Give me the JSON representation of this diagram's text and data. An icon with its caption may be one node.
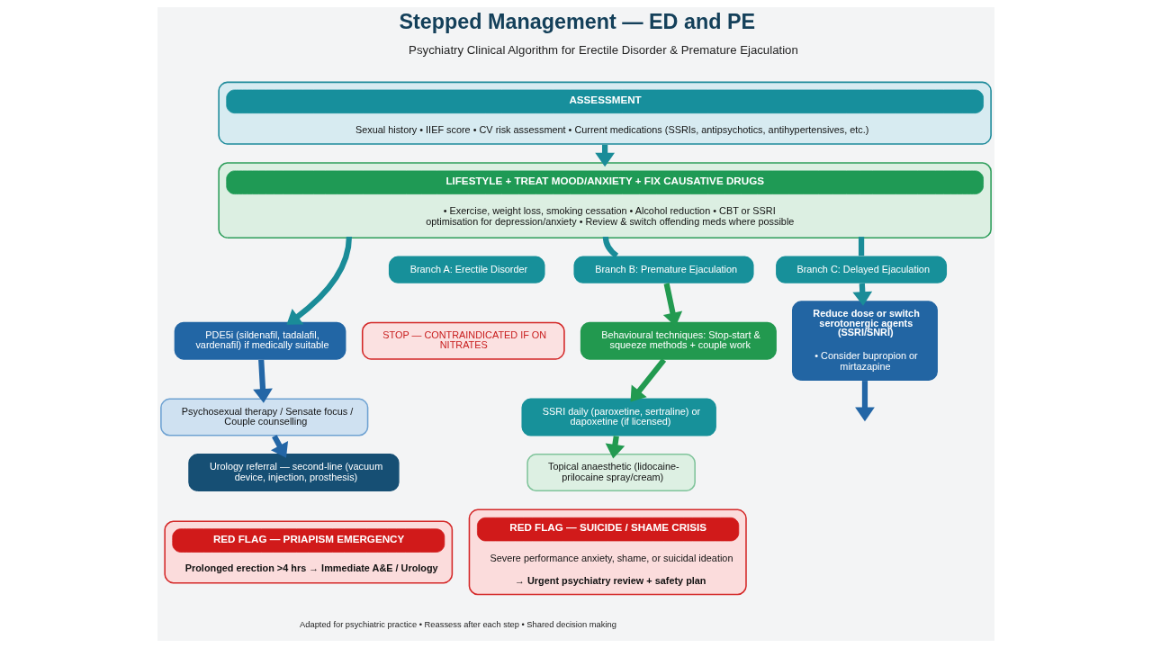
{
  "diagram": {
    "title": "Stepped Management — ED and PE",
    "nodes": [
      {
        "text": [
          "ASSESSMENT",
          "Sexual history • IIEF score • CV risk assessment • Current medications (SSRIs, antipsychotics, antihypertensives, etc.)"
        ]
      },
      {
        "text": [
          "LIFESTYLE + TREAT MOOD/ANXIETY + FIX CAUSATIVE DRUGS",
          "• Exercise, weight loss, smoking cessation • Alcohol reduction • CBT or SSRI optimisation for depression/anxiety • Review & switch offending meds where possible"
        ]
      },
      {
        "text": [
          "Branch A: Erectile Disorder"
        ]
      },
      {
        "text": [
          "Branch B: Premature Ejaculation"
        ]
      },
      {
        "text": [
          "Branch C: Delayed Ejaculation"
        ]
      },
      {
        "text": [
          "PDE5i (sildenafil, tadalafil, vardenafil) if medically suitable"
        ]
      },
      {
        "text": [
          "STOP — CONTRAINDICATED IF ON NITRATES"
        ]
      },
      {
        "text": [
          "Behavioural techniques: Stop-start & squeeze methods + couple work"
        ]
      },
      {
        "text": [
          "Reduce dose or switch serotonergic agents (SSRI/SNRI)",
          "• Consider bupropion or mirtazapine"
        ]
      },
      {
        "text": [
          "Psychosexual therapy / Sensate focus / Couple counselling"
        ]
      },
      {
        "text": [
          "SSRI daily (paroxetine, sertraline) or dapoxetine (if licensed)"
        ]
      },
      {
        "text": [
          "Urology referral — second-line (vacuum device, injection, prosthesis)"
        ]
      },
      {
        "text": [
          "Topical anaesthetic (lidocaine-prilocaine spray/cream)"
        ]
      },
      {
        "text": [
          "RED FLAG — PRIAPISM EMERGENCY",
          "Prolonged erection >4 hrs → Immediate A&E / Urology"
        ]
      },
      {
        "text": [
          "RED FLAG — SUICIDE / SHAME CRISIS",
          "Severe performance anxiety, shame, or suicidal ideation",
          "→ Urgent psychiatry review + safety plan"
        ]
      }
    ],
    "edges": [
      {
        "from": 0,
        "to": 1,
        "arrow": "to"
      },
      {
        "from": 1,
        "to": 5,
        "arrow": "to"
      },
      {
        "from": 1,
        "to": 3,
        "arrow": "none"
      },
      {
        "from": 3,
        "to": 7,
        "arrow": "to",
        "color": "#229a50"
      },
      {
        "from": 1,
        "to": 4,
        "arrow": "none"
      },
      {
        "from": 4,
        "to": 8,
        "arrow": "to"
      },
      {
        "from": 5,
        "to": 9,
        "arrow": "to",
        "color": "#2366a6"
      },
      {
        "from": 9,
        "to": 11,
        "arrow": "to",
        "color": "#2366a6"
      },
      {
        "from": 7,
        "to": 10,
        "arrow": "to",
        "color": "#229a50"
      },
      {
        "from": 10,
        "to": 12,
        "arrow": "to",
        "color": "#229a50"
      },
      {
        "from": 8,
        "to": null,
        "arrow": "to",
        "color": "#2366a6"
      }
    ],
    "labels": [
      "Psychiatry Clinical Algorithm for Erectile Disorder & Premature Ejaculation",
      "Adapted for psychiatric practice • Reassess after each step • Shared decision making"
    ]
  }
}
